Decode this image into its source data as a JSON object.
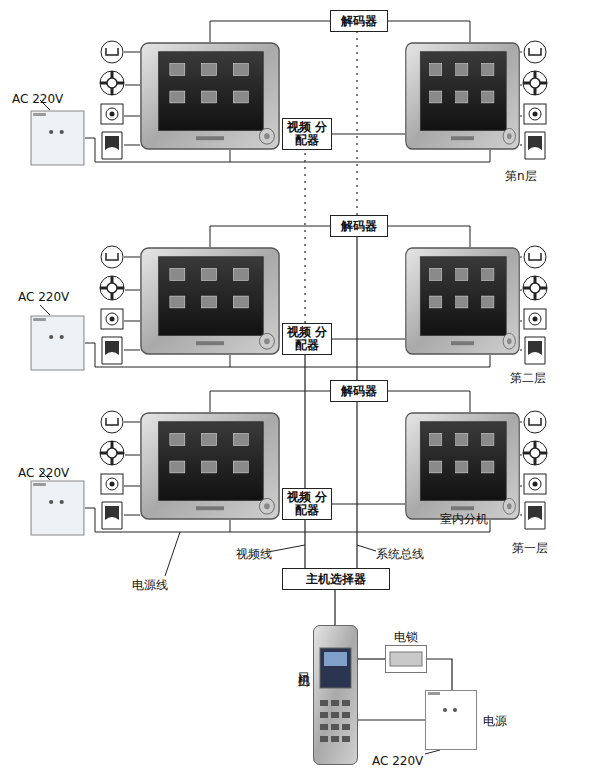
{
  "diagram": {
    "nodes": [
      {
        "text": [
          "解码器"
        ]
      },
      {
        "text": [
          "视频 分配器"
        ]
      },
      {
        "text": [
          "解码器"
        ]
      },
      {
        "text": [
          "视频 分配器"
        ]
      },
      {
        "text": [
          "解码器"
        ]
      },
      {
        "text": [
          "视频 分配器"
        ]
      },
      {
        "text": [
          "主机选择器"
        ]
      },
      {
        "text": [
          "门口主机"
        ]
      },
      {
        "text": [
          "电锁"
        ]
      },
      {
        "text": [
          "电源"
        ]
      }
    ],
    "edges": [
      {
        "from": 6,
        "to": 5,
        "arrow": "none"
      },
      {
        "from": 5,
        "to": 3,
        "arrow": "none"
      },
      {
        "from": 3,
        "to": 1,
        "arrow": "none"
      },
      {
        "from": 6,
        "to": 4,
        "arrow": "none"
      },
      {
        "from": 4,
        "to": 2,
        "arrow": "none"
      },
      {
        "from": 2,
        "to": 0,
        "arrow": "none"
      },
      {
        "from": 7,
        "to": 6,
        "arrow": "none"
      },
      {
        "from": 7,
        "to": 8,
        "arrow": "none"
      },
      {
        "from": 8,
        "to": 9,
        "arrow": "none"
      },
      {
        "from": 9,
        "to": 7,
        "arrow": "none"
      }
    ],
    "labels": [
      "AC 220V",
      "第n层",
      "AC 220V",
      "第二层",
      "AC 220V",
      "室内分机",
      "第一层",
      "视频线",
      "系统总线",
      "电源线",
      "AC 220V"
    ]
  }
}
